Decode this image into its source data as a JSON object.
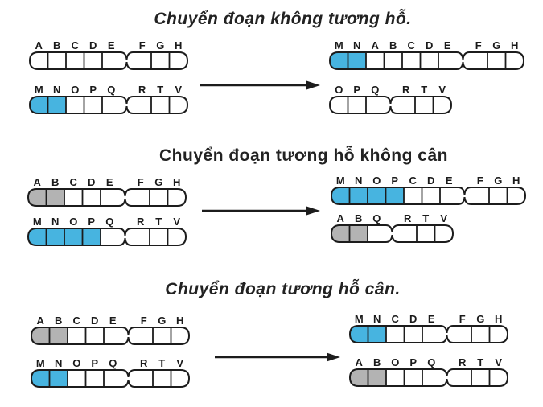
{
  "figure": {
    "colors": {
      "blue": "#47b4e0",
      "gray": "#b3b3b3",
      "outline": "#1c1c1c",
      "label": "#1a1a1a"
    },
    "sections": [
      {
        "id": "non-reciprocal",
        "title": "Chuyển đoạn không tương hỗ.",
        "before": [
          {
            "left_arm": [
              {
                "label": "A",
                "fill": "white"
              },
              {
                "label": "B",
                "fill": "white"
              },
              {
                "label": "C",
                "fill": "white"
              },
              {
                "label": "D",
                "fill": "white"
              },
              {
                "label": "E",
                "fill": "white"
              }
            ],
            "right_arm": [
              {
                "label": "F",
                "fill": "white"
              },
              {
                "label": "G",
                "fill": "white"
              },
              {
                "label": "H",
                "fill": "white"
              }
            ]
          },
          {
            "left_arm": [
              {
                "label": "M",
                "fill": "blue"
              },
              {
                "label": "N",
                "fill": "blue"
              },
              {
                "label": "O",
                "fill": "white"
              },
              {
                "label": "P",
                "fill": "white"
              },
              {
                "label": "Q",
                "fill": "white"
              }
            ],
            "right_arm": [
              {
                "label": "R",
                "fill": "white"
              },
              {
                "label": "T",
                "fill": "white"
              },
              {
                "label": "V",
                "fill": "white"
              }
            ]
          }
        ],
        "after": [
          {
            "left_arm": [
              {
                "label": "M",
                "fill": "blue"
              },
              {
                "label": "N",
                "fill": "blue"
              },
              {
                "label": "A",
                "fill": "white"
              },
              {
                "label": "B",
                "fill": "white"
              },
              {
                "label": "C",
                "fill": "white"
              },
              {
                "label": "D",
                "fill": "white"
              },
              {
                "label": "E",
                "fill": "white"
              }
            ],
            "right_arm": [
              {
                "label": "F",
                "fill": "white"
              },
              {
                "label": "G",
                "fill": "white"
              },
              {
                "label": "H",
                "fill": "white"
              }
            ]
          },
          {
            "left_arm": [
              {
                "label": "O",
                "fill": "white"
              },
              {
                "label": "P",
                "fill": "white"
              },
              {
                "label": "Q",
                "fill": "white"
              }
            ],
            "right_arm": [
              {
                "label": "R",
                "fill": "white"
              },
              {
                "label": "T",
                "fill": "white"
              },
              {
                "label": "V",
                "fill": "white"
              }
            ]
          }
        ]
      },
      {
        "id": "reciprocal-unbalanced",
        "title": "Chuyển đoạn tương hỗ không cân",
        "before": [
          {
            "left_arm": [
              {
                "label": "A",
                "fill": "gray"
              },
              {
                "label": "B",
                "fill": "gray"
              },
              {
                "label": "C",
                "fill": "white"
              },
              {
                "label": "D",
                "fill": "white"
              },
              {
                "label": "E",
                "fill": "white"
              }
            ],
            "right_arm": [
              {
                "label": "F",
                "fill": "white"
              },
              {
                "label": "G",
                "fill": "white"
              },
              {
                "label": "H",
                "fill": "white"
              }
            ]
          },
          {
            "left_arm": [
              {
                "label": "M",
                "fill": "blue"
              },
              {
                "label": "N",
                "fill": "blue"
              },
              {
                "label": "O",
                "fill": "blue"
              },
              {
                "label": "P",
                "fill": "blue"
              },
              {
                "label": "Q",
                "fill": "white"
              }
            ],
            "right_arm": [
              {
                "label": "R",
                "fill": "white"
              },
              {
                "label": "T",
                "fill": "white"
              },
              {
                "label": "V",
                "fill": "white"
              }
            ]
          }
        ],
        "after": [
          {
            "left_arm": [
              {
                "label": "M",
                "fill": "blue"
              },
              {
                "label": "N",
                "fill": "blue"
              },
              {
                "label": "O",
                "fill": "blue"
              },
              {
                "label": "P",
                "fill": "blue"
              },
              {
                "label": "C",
                "fill": "white"
              },
              {
                "label": "D",
                "fill": "white"
              },
              {
                "label": "E",
                "fill": "white"
              }
            ],
            "right_arm": [
              {
                "label": "F",
                "fill": "white"
              },
              {
                "label": "G",
                "fill": "white"
              },
              {
                "label": "H",
                "fill": "white"
              }
            ]
          },
          {
            "left_arm": [
              {
                "label": "A",
                "fill": "gray"
              },
              {
                "label": "B",
                "fill": "gray"
              },
              {
                "label": "Q",
                "fill": "white"
              }
            ],
            "right_arm": [
              {
                "label": "R",
                "fill": "white"
              },
              {
                "label": "T",
                "fill": "white"
              },
              {
                "label": "V",
                "fill": "white"
              }
            ]
          }
        ]
      },
      {
        "id": "reciprocal-balanced",
        "title": "Chuyển đoạn tương hỗ cân.",
        "before": [
          {
            "left_arm": [
              {
                "label": "A",
                "fill": "gray"
              },
              {
                "label": "B",
                "fill": "gray"
              },
              {
                "label": "C",
                "fill": "white"
              },
              {
                "label": "D",
                "fill": "white"
              },
              {
                "label": "E",
                "fill": "white"
              }
            ],
            "right_arm": [
              {
                "label": "F",
                "fill": "white"
              },
              {
                "label": "G",
                "fill": "white"
              },
              {
                "label": "H",
                "fill": "white"
              }
            ]
          },
          {
            "left_arm": [
              {
                "label": "M",
                "fill": "blue"
              },
              {
                "label": "N",
                "fill": "blue"
              },
              {
                "label": "O",
                "fill": "white"
              },
              {
                "label": "P",
                "fill": "white"
              },
              {
                "label": "Q",
                "fill": "white"
              }
            ],
            "right_arm": [
              {
                "label": "R",
                "fill": "white"
              },
              {
                "label": "T",
                "fill": "white"
              },
              {
                "label": "V",
                "fill": "white"
              }
            ]
          }
        ],
        "after": [
          {
            "left_arm": [
              {
                "label": "M",
                "fill": "blue"
              },
              {
                "label": "N",
                "fill": "blue"
              },
              {
                "label": "C",
                "fill": "white"
              },
              {
                "label": "D",
                "fill": "white"
              },
              {
                "label": "E",
                "fill": "white"
              }
            ],
            "right_arm": [
              {
                "label": "F",
                "fill": "white"
              },
              {
                "label": "G",
                "fill": "white"
              },
              {
                "label": "H",
                "fill": "white"
              }
            ]
          },
          {
            "left_arm": [
              {
                "label": "A",
                "fill": "gray"
              },
              {
                "label": "B",
                "fill": "gray"
              },
              {
                "label": "O",
                "fill": "white"
              },
              {
                "label": "P",
                "fill": "white"
              },
              {
                "label": "Q",
                "fill": "white"
              }
            ],
            "right_arm": [
              {
                "label": "R",
                "fill": "white"
              },
              {
                "label": "T",
                "fill": "white"
              },
              {
                "label": "V",
                "fill": "white"
              }
            ]
          }
        ]
      }
    ]
  }
}
